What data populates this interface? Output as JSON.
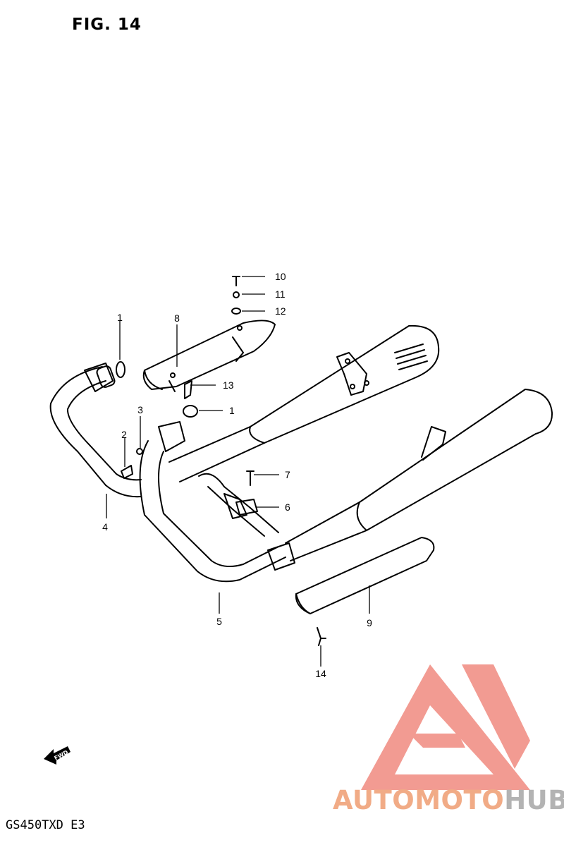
{
  "figure": {
    "title": "FIG. 14",
    "model_code": "GS450TXD  E3"
  },
  "callouts": [
    {
      "id": "c1a",
      "label": "1"
    },
    {
      "id": "c8",
      "label": "8"
    },
    {
      "id": "c10",
      "label": "10"
    },
    {
      "id": "c11",
      "label": "11"
    },
    {
      "id": "c12",
      "label": "12"
    },
    {
      "id": "c13",
      "label": "13"
    },
    {
      "id": "c1b",
      "label": "1"
    },
    {
      "id": "c3",
      "label": "3"
    },
    {
      "id": "c2",
      "label": "2"
    },
    {
      "id": "c7",
      "label": "7"
    },
    {
      "id": "c6",
      "label": "6"
    },
    {
      "id": "c4",
      "label": "4"
    },
    {
      "id": "c5",
      "label": "5"
    },
    {
      "id": "c9",
      "label": "9"
    },
    {
      "id": "c14",
      "label": "14"
    }
  ],
  "fwd_arrow": {
    "label": "FWD"
  },
  "watermark": {
    "part1": "AUTO",
    "part2": "MOTO",
    "part3": "HUB",
    "colors": {
      "red": "#f08a7f",
      "orange": "#f1ab86",
      "gray": "#b3b3b3"
    }
  },
  "line_color": "#000000"
}
